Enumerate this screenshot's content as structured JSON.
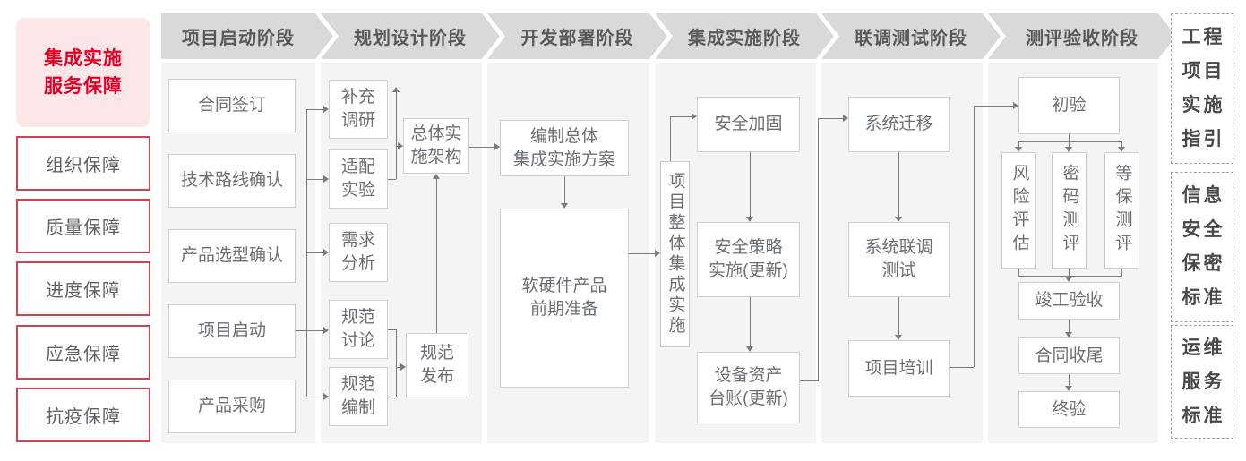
{
  "sidebar": {
    "title": {
      "label": "集成实施服务保障",
      "line1": "集成实施",
      "line2": "服务保障"
    },
    "items": [
      {
        "label": "组织保障"
      },
      {
        "label": "质量保障"
      },
      {
        "label": "进度保障"
      },
      {
        "label": "应急保障"
      },
      {
        "label": "抗疫保障"
      }
    ]
  },
  "phases": [
    {
      "label": "项目启动阶段",
      "boxes": [
        {
          "label": "合同签订"
        },
        {
          "label": "技术路线确认"
        },
        {
          "label": "产品选型确认"
        },
        {
          "label": "项目启动"
        },
        {
          "label": "产品采购"
        }
      ]
    },
    {
      "label": "规划设计阶段",
      "boxes": [
        {
          "label": "补充调研",
          "lines": [
            "补充",
            "调研"
          ]
        },
        {
          "label": "适配实验",
          "lines": [
            "适配",
            "实验"
          ]
        },
        {
          "label": "需求分析",
          "lines": [
            "需求",
            "分析"
          ]
        },
        {
          "label": "规范讨论",
          "lines": [
            "规范",
            "讨论"
          ]
        },
        {
          "label": "规范编制",
          "lines": [
            "规范",
            "编制"
          ]
        },
        {
          "label": "总体实施架构",
          "lines": [
            "总体实",
            "施架构"
          ]
        },
        {
          "label": "规范发布",
          "lines": [
            "规范",
            "发布"
          ]
        }
      ]
    },
    {
      "label": "开发部署阶段",
      "boxes": [
        {
          "label": "编制总体集成实施方案",
          "lines": [
            "编制总体",
            "集成实施方案"
          ]
        },
        {
          "label": "软硬件产品前期准备",
          "lines": [
            "软硬件产品",
            "前期准备"
          ]
        }
      ]
    },
    {
      "label": "集成实施阶段",
      "boxes": [
        {
          "label": "项目整体集成实施"
        },
        {
          "label": "安全加固"
        },
        {
          "label": "安全策略实施(更新)",
          "lines": [
            "安全策略",
            "实施(更新)"
          ]
        },
        {
          "label": "设备资产台账(更新)",
          "lines": [
            "设备资产",
            "台账(更新)"
          ]
        }
      ]
    },
    {
      "label": "联调测试阶段",
      "boxes": [
        {
          "label": "系统迁移"
        },
        {
          "label": "系统联调测试",
          "lines": [
            "系统联调",
            "测试"
          ]
        },
        {
          "label": "项目培训"
        }
      ]
    },
    {
      "label": "测评验收阶段",
      "boxes": [
        {
          "label": "初验"
        },
        {
          "label": "风险评估"
        },
        {
          "label": "密码测评"
        },
        {
          "label": "等保测评"
        },
        {
          "label": "竣工验收"
        },
        {
          "label": "合同收尾"
        },
        {
          "label": "终验"
        }
      ]
    }
  ],
  "standards": [
    {
      "label": "工程项目实施指引",
      "rows": [
        "工程",
        "项目",
        "实施",
        "指引"
      ]
    },
    {
      "label": "信息安全保密标准",
      "rows": [
        "信息",
        "安全",
        "保密",
        "标准"
      ]
    },
    {
      "label": "运维服务标准",
      "rows": [
        "运维",
        "服务",
        "标准"
      ]
    }
  ],
  "colors": {
    "accent_red": "#e60024",
    "pink_bg": "#fbe6e8",
    "red_border": "#c64853",
    "banner_gray": "#d9d9d9",
    "panel_gray": "#f4f4f5",
    "line_gray": "#7a7a7a",
    "box_text_gray": "#6a6f75"
  }
}
